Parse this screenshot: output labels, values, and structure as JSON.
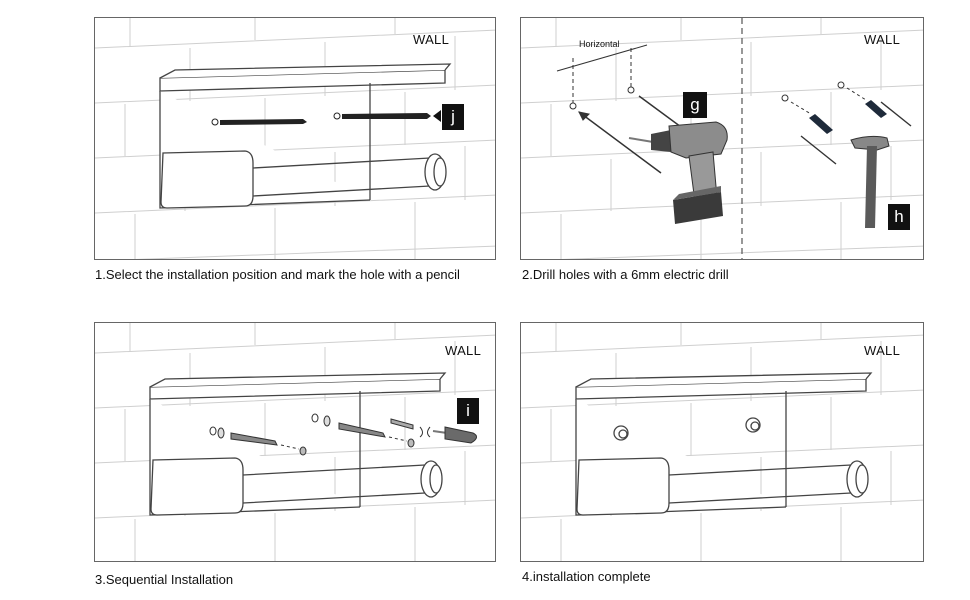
{
  "panels": [
    {
      "wall_label": "WALL",
      "tag": "j",
      "caption": "1.Select the installation position and mark the hole with a pencil"
    },
    {
      "wall_label": "WALL",
      "tag_left": "g",
      "tag_right": "h",
      "horizontal_label": "Horizontal",
      "caption": "2.Drill holes with a 6mm electric drill"
    },
    {
      "wall_label": "WALL",
      "tag": "i",
      "caption": "3.Sequential Installation"
    },
    {
      "wall_label": "WALL",
      "caption": "4.installation complete"
    }
  ],
  "colors": {
    "line": "#555555",
    "brick": "#c8c8c8",
    "tag_bg": "#111111",
    "tool_dark": "#3a3a3a",
    "tool_grey": "#8c8c8c"
  }
}
